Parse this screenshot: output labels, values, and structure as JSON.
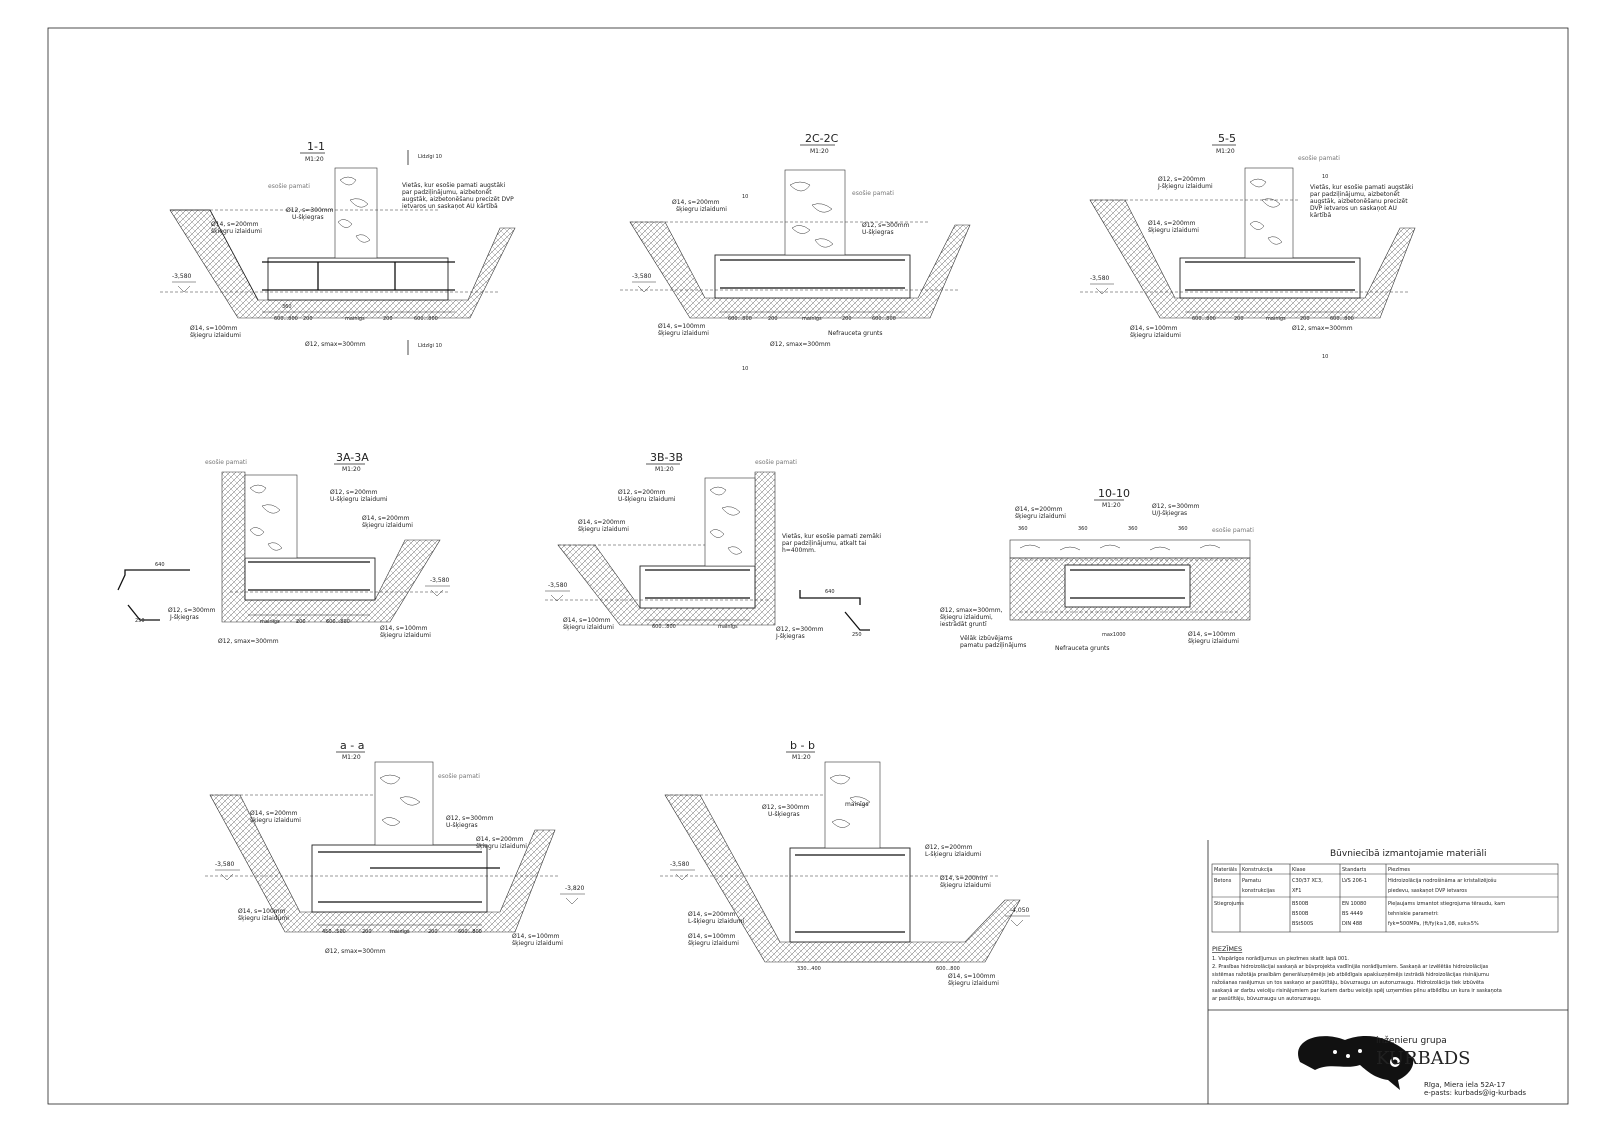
{
  "sections": [
    {
      "id": "s11",
      "title": "1-1",
      "scale": "M1:20",
      "notes": [
        "Ø12, s=300mm",
        "U-šķiegras",
        "Ø14, s=200mm",
        "šķiegru izlaidumi",
        "Ø14, s=100mm",
        "šķiegru izlaidumi",
        "Ø12, smax=300mm",
        "esošie pamati",
        "Vietās, kur esošie pamati augstāki par padziļinājumu, aizbetonēt augstāk, aizbetonēšanu precizēt DVP ietvaros un saskaņot AU kārtībā"
      ],
      "level": "-3,580",
      "dims": [
        "600...800",
        "200",
        "mainīgs",
        "200",
        "600...800",
        "360"
      ],
      "cut": "Līdzīgi 10"
    },
    {
      "id": "s2c",
      "title": "2C-2C",
      "scale": "M1:20",
      "notes": [
        "Ø14, s=200mm",
        "šķiegru izlaidumi",
        "Ø12, s=300mm",
        "U-šķiegras",
        "esošie pamati",
        "Ø14, s=100mm",
        "šķiegru izlaidumi",
        "Ø12, smax=300mm",
        "Nefrauceta grunts"
      ],
      "level": "-3,580",
      "dims": [
        "600...800",
        "200",
        "mainīgs",
        "200",
        "600...800"
      ],
      "cut": "10"
    },
    {
      "id": "s55",
      "title": "5-5",
      "scale": "M1:20",
      "notes": [
        "Ø12, s=200mm",
        "J-šķiegru izlaidumi",
        "Ø14, s=200mm",
        "šķiegru izlaidumi",
        "esošie pamati",
        "Vietās, kur esošie pamati augstāki par padziļinājumu, aizbetonēt augstāk, aizbetonēšanu precizēt DVP ietvaros un saskaņot AU kārtībā",
        "Ø14, s=100mm",
        "šķiegru izlaidumi",
        "Ø12, smax=300mm"
      ],
      "level": "-3,580",
      "dims": [
        "600...800",
        "200",
        "mainīgs",
        "200",
        "600...800"
      ],
      "cut": "10"
    },
    {
      "id": "s3a",
      "title": "3A-3A",
      "scale": "M1:20",
      "notes": [
        "esošie pamati",
        "Ø12, s=200mm",
        "U-šķiegru izlaidumi",
        "Ø14, s=200mm",
        "šķiegru izlaidumi",
        "Ø12, s=300mm",
        "J-šķiegras",
        "Ø14, s=100mm",
        "šķiegru izlaidumi",
        "Ø12, smax=300mm"
      ],
      "level": "-3,580",
      "dims": [
        "mainīgs",
        "200",
        "600...800"
      ]
    },
    {
      "id": "s3b",
      "title": "3B-3B",
      "scale": "M1:20",
      "notes": [
        "Ø12, s=200mm",
        "U-šķiegru izlaidumi",
        "Ø14, s=200mm",
        "šķiegru izlaidumi",
        "esošie pamati",
        "Vietās, kur esošie pamati zemāki par padziļinājumu, atkalt tai h=400mm.",
        "Ø14, s=100mm",
        "šķiegru izlaidumi",
        "Ø12, s=300mm",
        "J-šķiegras"
      ],
      "level": "-3,580",
      "dims": [
        "600...800",
        "mainīgs"
      ]
    },
    {
      "id": "s1010",
      "title": "10-10",
      "scale": "M1:20",
      "notes": [
        "Ø14, s=200mm",
        "šķiegru izlaidumi",
        "Ø12, s=300mm",
        "U/J-šķiegras",
        "esošie pamati",
        "Ø12, smax=300mm,",
        "šķiegru izlaidumi,",
        "iestrādāt gruntī",
        "Vēlāk izbūvējams",
        "pamatu padziļinājums",
        "Nefrauceta grunts",
        "Ø14, s=100mm",
        "šķiegru izlaidumi"
      ],
      "dims": [
        "360",
        "360",
        "360",
        "360",
        "max1000"
      ]
    },
    {
      "id": "saa",
      "title": "a - a",
      "scale": "M1:20",
      "notes": [
        "esošie pamati",
        "Ø14, s=200mm",
        "šķiegru izlaidumi",
        "Ø12, s=300mm",
        "U-šķiegras",
        "Ø14, s=200mm",
        "šķiegru izlaidumi",
        "Ø14, s=100mm",
        "šķiegru izlaidumi",
        "Ø14, s=100mm",
        "šķiegru izlaidumi",
        "Ø12, smax=300mm"
      ],
      "level": "-3,580",
      "level2": "-3,820",
      "dims": [
        "450...500",
        "200",
        "mainīgs",
        "200",
        "600...800"
      ]
    },
    {
      "id": "sbb",
      "title": "b - b",
      "scale": "M1:20",
      "notes": [
        "Ø12, s=300mm",
        "U-šķiegras",
        "Ø12, s=200mm",
        "L-šķiegru izlaidumi",
        "Ø14, s=200mm",
        "šķiegru izlaidumi",
        "Ø14, s=200mm",
        "L-šķiegru izlaidumi",
        "Ø14, s=100mm",
        "šķiegru izlaidumi",
        "Ø14, s=100mm",
        "šķiegru izlaidumi",
        "mainīgs"
      ],
      "level": "-3,580",
      "level2": "-4,050",
      "dims": [
        "330...400",
        "600...800"
      ]
    }
  ],
  "materials": {
    "title": "Būvniecībā izmantojamie materiāli",
    "headers": [
      "Materiāls",
      "Konstrukcija",
      "Klase",
      "Standarts",
      "Piezīmes"
    ],
    "rows": [
      [
        "Betons",
        "Pamatu",
        "C30/37 XC3,",
        "LVS 206-1",
        "Hidroizolācija nodrošināma ar kristalizējošu"
      ],
      [
        "",
        "konstrukcijas",
        "XF1",
        "",
        "piedevu, saskaņot DVP ietvaros"
      ],
      [
        "Stiegrojums",
        "",
        "B500B",
        "EN 10080",
        "Pieļaujams izmantot stiegrojuma tēraudu, kam"
      ],
      [
        "",
        "",
        "B500B",
        "BS 4449",
        "tehniskie parametri:"
      ],
      [
        "",
        "",
        "BSt500S",
        "DIN 488",
        "fyk=500MPa, (ft/fy)k≥1,08, εuk≥5%"
      ]
    ]
  },
  "notes": {
    "title": "PIEZĪMES",
    "lines": [
      "1.  Vispārīgos norādījumus un piezīmes skatīt lapā 001.",
      "2.  Prasības hidroizolācijai saskaņā ar būvprojekta vadlīnijās norādījumiem. Saskaņā ar izvēlētās hidroizolācijas",
      "     sistēmas ražotāja prasībām ģenerāluzņēmējs jeb atbildīgais apakšuzņēmējs izstrādā hidroizolācijas risinājumu",
      "     ražošanas rasējumus un tos saskaņo ar pasūtītāju, būvuzraugu un autoruzraugu. Hidroizolācija tiek izbūvēta",
      "     saskaņā ar darbu veicēju risinājumiem par kuriem darbu veicējs spēj uzņemties pilnu atbildību un kura ir saskaņota",
      "     ar pasūtītāju, būvuzraugu un autoruzraugu."
    ]
  },
  "company": {
    "group": "inženieru grupa",
    "name": "KURBADS",
    "address": "Rīga, Miera iela 52A-17",
    "email": "e-pasts: kurbads@ig-kurbads"
  }
}
